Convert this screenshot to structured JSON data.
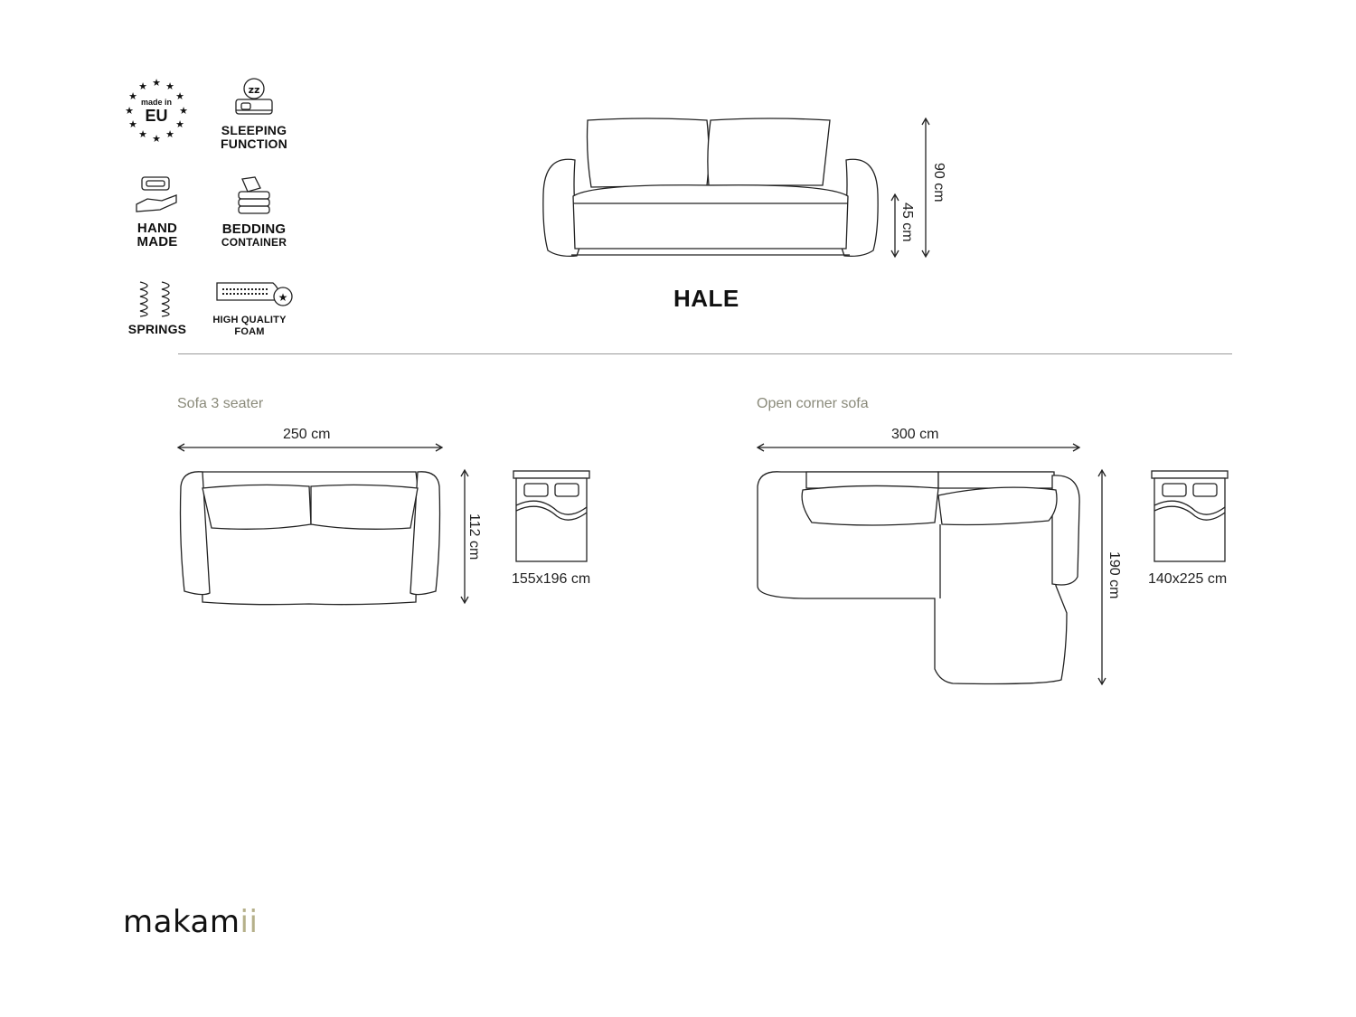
{
  "product": {
    "title": "HALE"
  },
  "features": [
    {
      "icon": "made-in-eu-icon",
      "line1": "made in",
      "line2": "EU"
    },
    {
      "icon": "sleeping-function-icon",
      "label1": "SLEEPING",
      "label2": "FUNCTION"
    },
    {
      "icon": "hand-made-icon",
      "label1": "HAND",
      "label2": "MADE"
    },
    {
      "icon": "bedding-container-icon",
      "label1": "BEDDING",
      "label2": "CONTAINER"
    },
    {
      "icon": "springs-icon",
      "label1": "SPRINGS"
    },
    {
      "icon": "high-quality-foam-icon",
      "label1": "HIGH QUALITY",
      "label2": "FOAM"
    }
  ],
  "front_view": {
    "height_total": "90 cm",
    "height_seat": "45 cm"
  },
  "sections": [
    {
      "name": "Sofa 3 seater",
      "width": "250 cm",
      "depth": "112 cm",
      "bed": "155x196 cm"
    },
    {
      "name": "Open corner sofa",
      "width": "300 cm",
      "depth": "190 cm",
      "bed": "140x225 cm"
    }
  ],
  "brand": {
    "name_main": "makam",
    "name_mark": "ii"
  }
}
